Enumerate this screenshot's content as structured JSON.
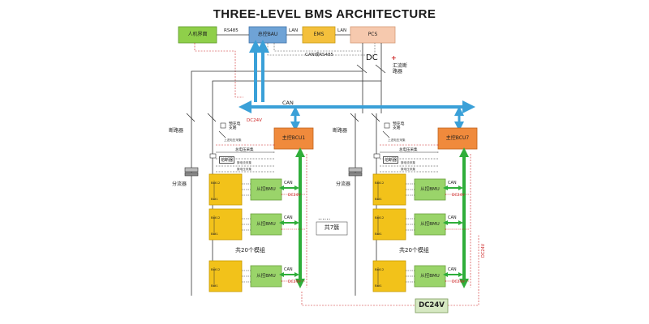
{
  "title": "THREE-LEVEL BMS ARCHITECTURE",
  "top_row": {
    "hmi": "人机界面",
    "bau": "总控BAU",
    "ems": "EMS",
    "pcs": "PCS",
    "link_hmi_bau": "RS485",
    "link_bau_ems": "LAN",
    "link_ems_pcs": "LAN",
    "can_rs485": "CAN或RS485"
  },
  "dc_label": "DC",
  "busbar_breaker": "汇流断\n路器",
  "can_bus_label": "CAN",
  "clusters": [
    {
      "breaker": "断路器",
      "precharge": "预充电\n支路",
      "dc24v_top": "DC24V",
      "bcu": "主控BCU1",
      "line_label_1": "上述电压采集",
      "line_label_2": "总电压采集",
      "line_label_3": "母线电压采集",
      "fuse": "熔断器",
      "current_label": "簇电流采集",
      "temp_label": "簇电压采集",
      "shunt": "分流器",
      "modules_count": "共20个模组",
      "modules": [
        {
          "cell_top": "Bat12",
          "cell_bottom": "Bat1",
          "bmu": "从控BMU",
          "can": "CAN",
          "dc": "DC24V"
        },
        {
          "cell_top": "Bat12",
          "cell_bottom": "Bat1",
          "bmu": "从控BMU",
          "can": "CAN",
          "dc": ""
        },
        {
          "cell_top": "Bat12",
          "cell_bottom": "Bat1",
          "bmu": "从控BMU",
          "can": "CAN",
          "dc": "DC24V"
        }
      ]
    },
    {
      "breaker": "断路器",
      "precharge": "预充电\n支路",
      "dc24v_top": "",
      "bcu": "主控BCU7",
      "line_label_1": "上述电压采集",
      "line_label_2": "总电压采集",
      "line_label_3": "母线电压采集",
      "fuse": "熔断器",
      "current_label": "簇电流采集",
      "temp_label": "簇电压采集",
      "shunt": "分流器",
      "modules_count": "共20个模组",
      "modules": [
        {
          "cell_top": "Bat12",
          "cell_bottom": "Bat1",
          "bmu": "从控BMU",
          "can": "CAN",
          "dc": "DC24V"
        },
        {
          "cell_top": "Bat12",
          "cell_bottom": "Bat1",
          "bmu": "从控BMU",
          "can": "CAN",
          "dc": ""
        },
        {
          "cell_top": "Bat12",
          "cell_bottom": "Bat1",
          "bmu": "从控BMU",
          "can": "CAN",
          "dc": "DC24V"
        }
      ]
    }
  ],
  "dots": "......",
  "cluster_count": "共7簇",
  "power_supply": "DC24V",
  "side_dc_label": "DC24V",
  "colors": {
    "can_bus": "#3aa0d8",
    "green_bus": "#2fae3a",
    "red_dashed": "#cc2222",
    "bcu": "#f08a3c",
    "bmu": "#9ad46a",
    "battery": "#f2c21a",
    "hmi": "#8fcf4a",
    "bau": "#6fa3d6",
    "ems": "#f4c03c",
    "pcs": "#f6c9ae"
  }
}
